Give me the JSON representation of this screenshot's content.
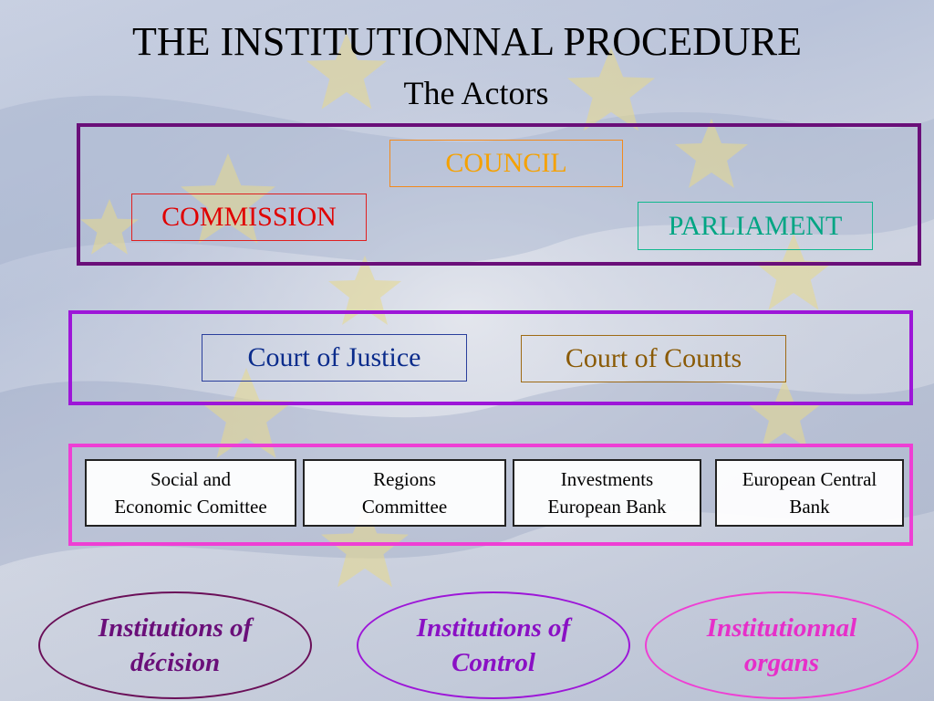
{
  "header": {
    "title": "THE INSTITUTIONNAL PROCEDURE",
    "subtitle": "The Actors"
  },
  "decision": {
    "council": "COUNCIL",
    "commission": "COMMISSION",
    "parliament": "PARLIAMENT"
  },
  "control": {
    "court_of_justice": "Court of Justice",
    "court_of_counts": "Court of Counts"
  },
  "organs": [
    "Social and\nEconomic Comittee",
    "Regions\nCommittee",
    "Investments\nEuropean Bank",
    "European Central\nBank"
  ],
  "legend": {
    "decision": "Institutions of\ndécision",
    "control": "Institutions of\nControl",
    "organs": "Institutionnal\norgans"
  },
  "colors": {
    "decision_frame": "#6a0f79",
    "control_frame": "#9d16d8",
    "organs_frame": "#ee3fd4",
    "council": "#f5a100",
    "commission": "#e00000",
    "parliament": "#00a583",
    "court_of_justice": "#0b2c8c",
    "court_of_counts": "#8a5a05"
  },
  "background": "faded EU flag with yellow stars"
}
